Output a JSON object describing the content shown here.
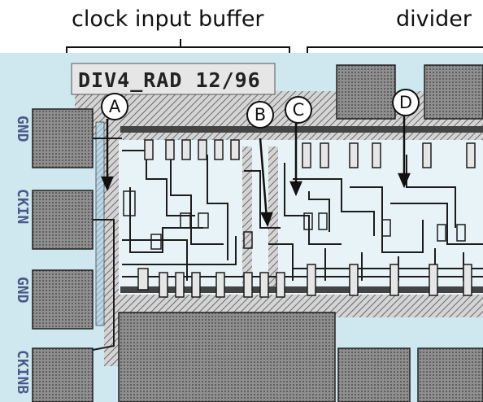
{
  "headers": {
    "clock_input_buffer": "clock input buffer",
    "divider": "divider"
  },
  "chip_title": "DIV4_RAD 12/96",
  "pads": {
    "gnd_top": "GND",
    "ckin": "CKIN",
    "gnd_bottom": "GND",
    "ckinb": "CKINB"
  },
  "markers": {
    "a": "A",
    "b": "B",
    "c": "C",
    "d": "D"
  },
  "colors": {
    "die_background": "#cfe7ef",
    "pad_fill": "#9a9a9a",
    "hatch_stroke": "#6a6a6a",
    "wire": "#1c1c1c",
    "metal_label": "#4a5a88"
  }
}
